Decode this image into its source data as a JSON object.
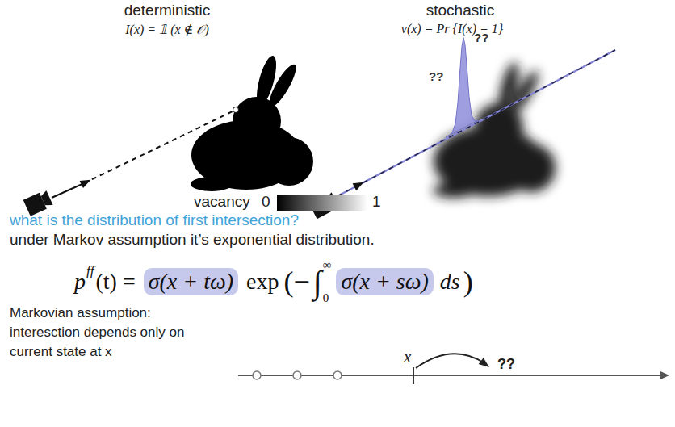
{
  "diagram": {
    "labels": [
      "deterministic",
      "I(x) = 𝟙 (x ∉ 𝒪)",
      "stochastic",
      "v(x) = Pr {I(x) = 1}",
      "??",
      "??",
      "vacancy",
      "0",
      "1",
      "what is the distribution of first intersection?",
      "under Markov assumption it’s exponential distribution.",
      "p",
      "ff",
      "(t) =",
      "σ(x + tω)",
      "exp",
      "(−",
      "∫",
      "∞",
      "0",
      "σ(x + sω)",
      "ds",
      ")",
      "Markovian assumption: interesction depends only on current state at x",
      "x",
      "??"
    ]
  }
}
